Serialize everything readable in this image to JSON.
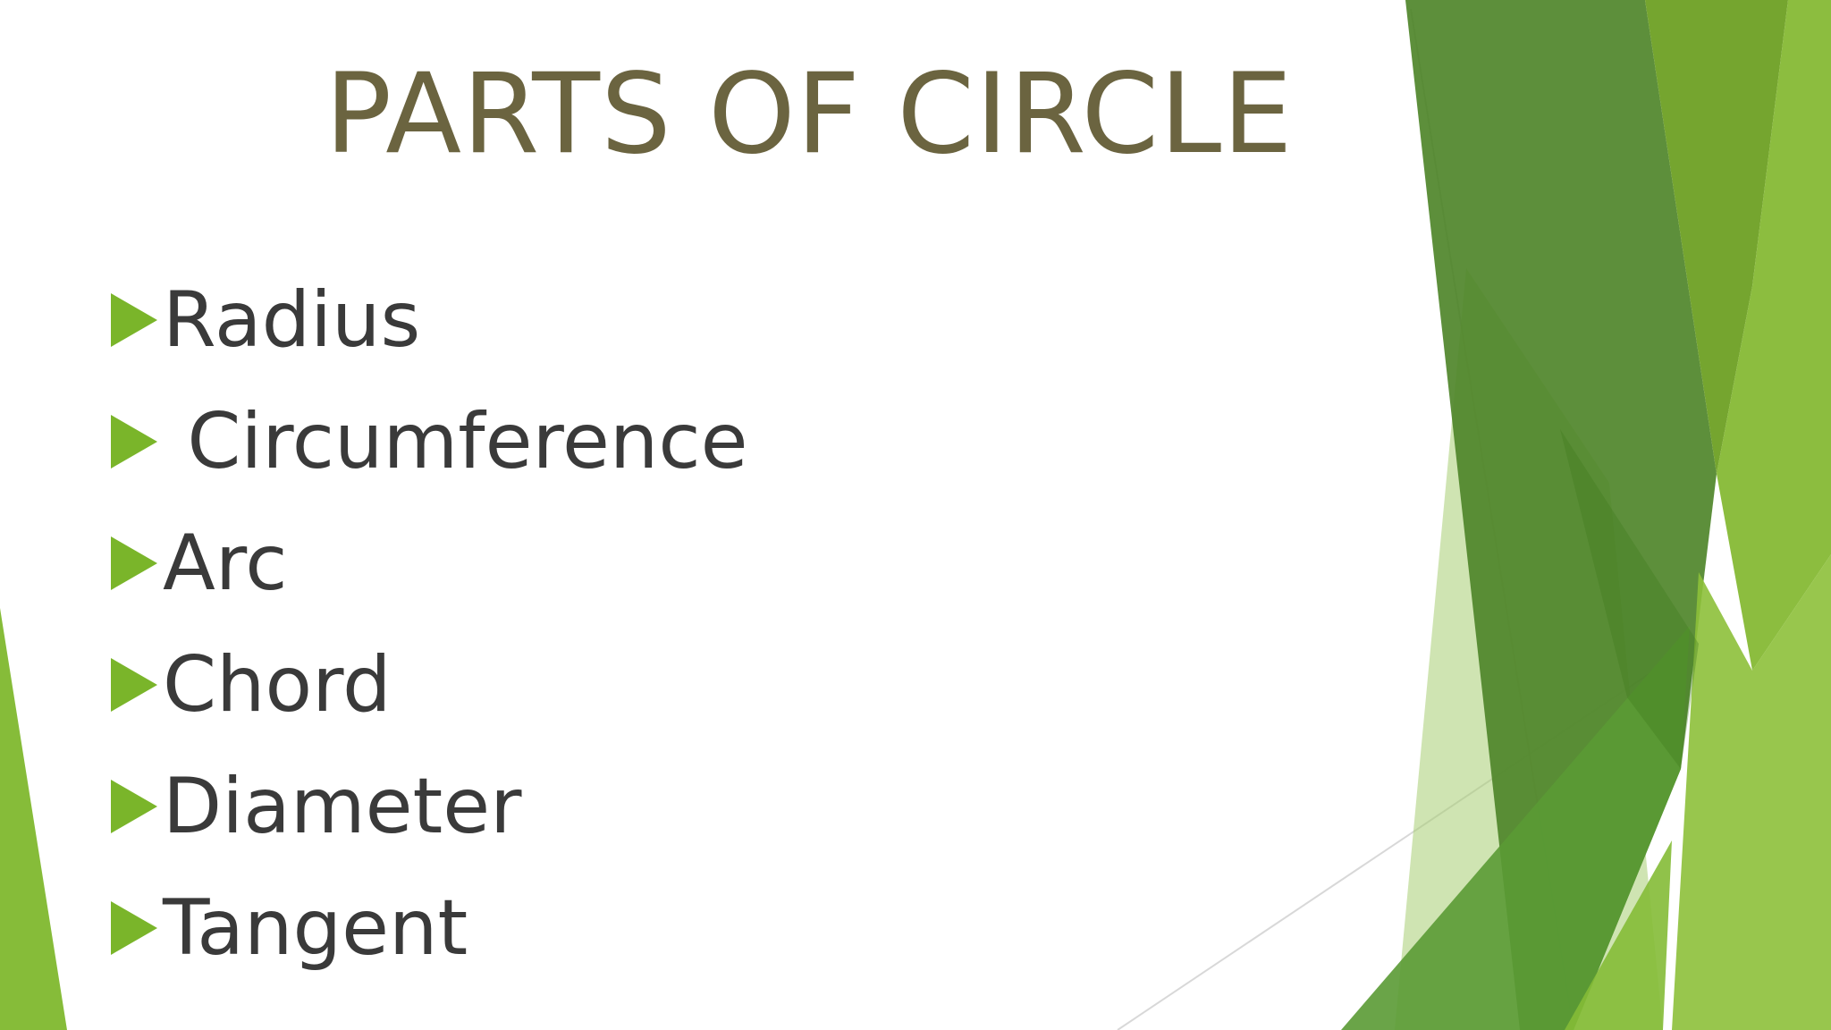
{
  "slide": {
    "title": "PARTS OF CIRCLE",
    "bullets": [
      {
        "label": "Radius"
      },
      {
        "label": " Circumference"
      },
      {
        "label": "Arc"
      },
      {
        "label": "Chord"
      },
      {
        "label": "Diameter"
      },
      {
        "label": "Tangent"
      }
    ]
  },
  "colors": {
    "title": "#6b6440",
    "text": "#3a3a3a",
    "bullet_arrow": "#7ab52a",
    "accent_dark_green": "#4f8a2c",
    "accent_light_green": "#8cc034"
  },
  "icons": {
    "bullet": "triangle-right-icon"
  }
}
